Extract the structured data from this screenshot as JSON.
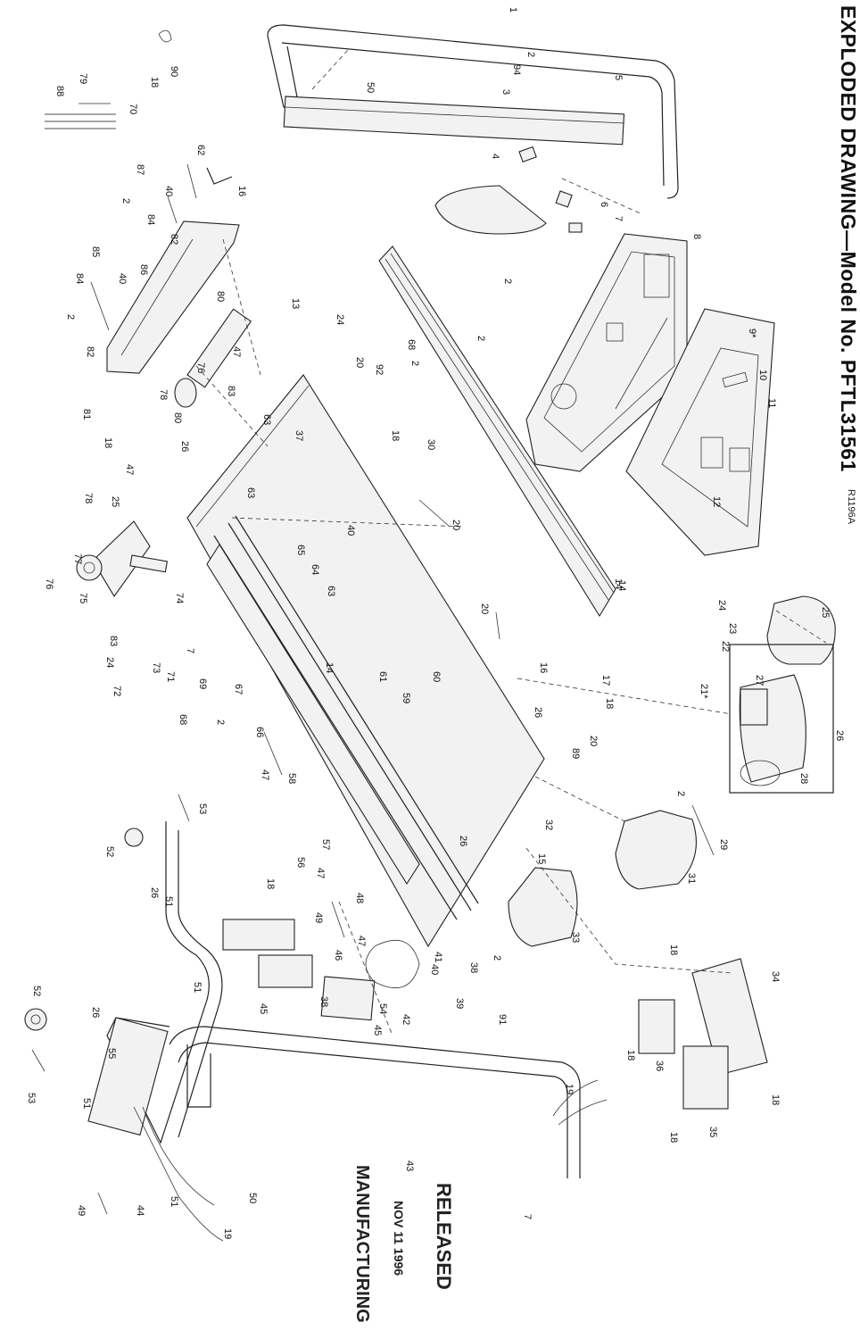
{
  "title": "EXPLODED DRAWING—Model No. PFTL31561",
  "drawing_code": "R1196A",
  "stamp": {
    "top": "RELEASED",
    "bottom": "MANUFACTURING",
    "date": "NOV 11 1996"
  },
  "callouts": [
    {
      "label": "1"
    },
    {
      "label": "2"
    },
    {
      "label": "94"
    },
    {
      "label": "3"
    },
    {
      "label": "5"
    },
    {
      "label": "50"
    },
    {
      "label": "4"
    },
    {
      "label": "7"
    },
    {
      "label": "6"
    },
    {
      "label": "8"
    },
    {
      "label": "2"
    },
    {
      "label": "2"
    },
    {
      "label": "9*"
    },
    {
      "label": "10"
    },
    {
      "label": "11"
    },
    {
      "label": "12"
    },
    {
      "label": "14"
    },
    {
      "label": "90"
    },
    {
      "label": "18"
    },
    {
      "label": "70"
    },
    {
      "label": "79"
    },
    {
      "label": "88"
    },
    {
      "label": "62"
    },
    {
      "label": "16"
    },
    {
      "label": "87"
    },
    {
      "label": "40"
    },
    {
      "label": "2"
    },
    {
      "label": "84"
    },
    {
      "label": "82"
    },
    {
      "label": "85"
    },
    {
      "label": "84"
    },
    {
      "label": "86"
    },
    {
      "label": "40"
    },
    {
      "label": "80"
    },
    {
      "label": "2"
    },
    {
      "label": "82"
    },
    {
      "label": "13"
    },
    {
      "label": "24"
    },
    {
      "label": "20"
    },
    {
      "label": "92"
    },
    {
      "label": "68"
    },
    {
      "label": "2"
    },
    {
      "label": "47"
    },
    {
      "label": "76"
    },
    {
      "label": "83"
    },
    {
      "label": "78"
    },
    {
      "label": "80"
    },
    {
      "label": "37"
    },
    {
      "label": "63"
    },
    {
      "label": "18"
    },
    {
      "label": "30"
    },
    {
      "label": "81"
    },
    {
      "label": "18"
    },
    {
      "label": "26"
    },
    {
      "label": "47"
    },
    {
      "label": "63"
    },
    {
      "label": "20"
    },
    {
      "label": "78"
    },
    {
      "label": "25"
    },
    {
      "label": "40"
    },
    {
      "label": "65"
    },
    {
      "label": "64"
    },
    {
      "label": "63"
    },
    {
      "label": "77"
    },
    {
      "label": "76"
    },
    {
      "label": "75"
    },
    {
      "label": "74"
    },
    {
      "label": "14"
    },
    {
      "label": "20"
    },
    {
      "label": "24"
    },
    {
      "label": "25"
    },
    {
      "label": "23"
    },
    {
      "label": "22"
    },
    {
      "label": "83"
    },
    {
      "label": "24"
    },
    {
      "label": "73"
    },
    {
      "label": "7"
    },
    {
      "label": "71"
    },
    {
      "label": "69"
    },
    {
      "label": "72"
    },
    {
      "label": "67"
    },
    {
      "label": "14"
    },
    {
      "label": "61"
    },
    {
      "label": "60"
    },
    {
      "label": "16"
    },
    {
      "label": "17"
    },
    {
      "label": "21*"
    },
    {
      "label": "27"
    },
    {
      "label": "26"
    },
    {
      "label": "18"
    },
    {
      "label": "26"
    },
    {
      "label": "68"
    },
    {
      "label": "2"
    },
    {
      "label": "66"
    },
    {
      "label": "59"
    },
    {
      "label": "20"
    },
    {
      "label": "89"
    },
    {
      "label": "28"
    },
    {
      "label": "47"
    },
    {
      "label": "58"
    },
    {
      "label": "53"
    },
    {
      "label": "32"
    },
    {
      "label": "2"
    },
    {
      "label": "29"
    },
    {
      "label": "31"
    },
    {
      "label": "52"
    },
    {
      "label": "57"
    },
    {
      "label": "26"
    },
    {
      "label": "15"
    },
    {
      "label": "26"
    },
    {
      "label": "56"
    },
    {
      "label": "47"
    },
    {
      "label": "51"
    },
    {
      "label": "18"
    },
    {
      "label": "49"
    },
    {
      "label": "48"
    },
    {
      "label": "33"
    },
    {
      "label": "47"
    },
    {
      "label": "46"
    },
    {
      "label": "41"
    },
    {
      "label": "38"
    },
    {
      "label": "2"
    },
    {
      "label": "18"
    },
    {
      "label": "34"
    },
    {
      "label": "51"
    },
    {
      "label": "40"
    },
    {
      "label": "38"
    },
    {
      "label": "45"
    },
    {
      "label": "54"
    },
    {
      "label": "39"
    },
    {
      "label": "91"
    },
    {
      "label": "42"
    },
    {
      "label": "45"
    },
    {
      "label": "52"
    },
    {
      "label": "26"
    },
    {
      "label": "18"
    },
    {
      "label": "36"
    },
    {
      "label": "55"
    },
    {
      "label": "19"
    },
    {
      "label": "18"
    },
    {
      "label": "53"
    },
    {
      "label": "51"
    },
    {
      "label": "35"
    },
    {
      "label": "18"
    },
    {
      "label": "43"
    },
    {
      "label": "7"
    },
    {
      "label": "51"
    },
    {
      "label": "50"
    },
    {
      "label": "49"
    },
    {
      "label": "44"
    },
    {
      "label": "19"
    }
  ]
}
